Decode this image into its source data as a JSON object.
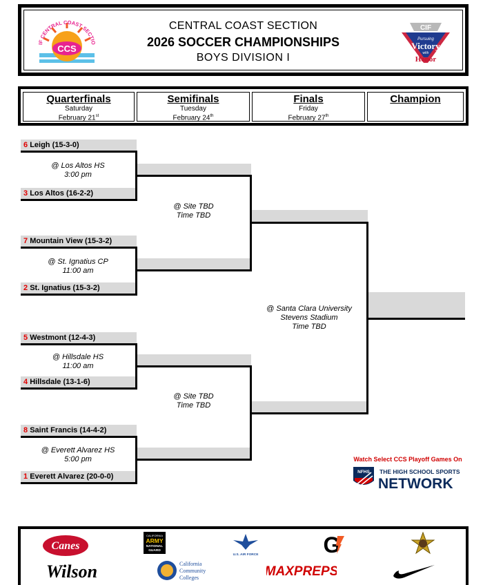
{
  "header": {
    "line1": "CENTRAL COAST SECTION",
    "line2": "2026 SOCCER CHAMPIONSHIPS",
    "line3": "BOYS DIVISION I",
    "ccs_logo_text": "CCS",
    "ccs_logo_arc": "CIF CENTRAL COAST SECTION",
    "cif_logo_text": "CIF",
    "cif_logo_tagline": [
      "Pursuing",
      "Victory",
      "with",
      "Honor"
    ]
  },
  "rounds": [
    {
      "title": "Quarterfinals",
      "day": "Saturday",
      "date": "February 21",
      "suffix": "st"
    },
    {
      "title": "Semifinals",
      "day": "Tuesday",
      "date": "February 24",
      "suffix": "th"
    },
    {
      "title": "Finals",
      "day": "Friday",
      "date": "February 27",
      "suffix": "th"
    },
    {
      "title": "Champion",
      "day": "",
      "date": "",
      "suffix": ""
    }
  ],
  "teams": [
    {
      "seed": "6",
      "name": "Leigh (15-3-0)"
    },
    {
      "seed": "3",
      "name": "Los Altos (16-2-2)"
    },
    {
      "seed": "7",
      "name": "Mountain View (15-3-2)"
    },
    {
      "seed": "2",
      "name": "St. Ignatius (15-3-2)"
    },
    {
      "seed": "5",
      "name": "Westmont (12-4-3)"
    },
    {
      "seed": "4",
      "name": "Hillsdale (13-1-6)"
    },
    {
      "seed": "8",
      "name": "Saint Francis (14-4-2)"
    },
    {
      "seed": "1",
      "name": "Everett Alvarez (20-0-0)"
    }
  ],
  "quarterfinal_venues": [
    {
      "place": "@ Los Altos HS",
      "time": "3:00 pm"
    },
    {
      "place": "@ St. Ignatius CP",
      "time": "11:00 am"
    },
    {
      "place": "@ Hillsdale HS",
      "time": "11:00 am"
    },
    {
      "place": "@ Everett Alvarez HS",
      "time": "5:00 pm"
    }
  ],
  "semifinal_venues": [
    {
      "place": "@ Site TBD",
      "time": "Time TBD"
    },
    {
      "place": "@ Site TBD",
      "time": "Time TBD"
    }
  ],
  "final_venue": {
    "place": "@ Santa Clara University",
    "place2": "Stevens Stadium",
    "time": "Time TBD"
  },
  "promo": {
    "watch": "Watch Select CCS Playoff Games On",
    "nfhs_badge": "NFHS",
    "network_top": "THE HIGH SCHOOL SPORTS",
    "network_bottom": "NETWORK"
  },
  "sponsors": {
    "canes": "Canes",
    "army_top": "CALIFORNIA",
    "army_mid": "ARMY",
    "army_bot1": "NATIONAL",
    "army_bot2": "GUARD",
    "airforce": "U.S. AIR FORCE",
    "gatorade": "G",
    "wilson": "Wilson",
    "ccc_line1": "California",
    "ccc_line2": "Community",
    "ccc_line3": "Colleges",
    "maxpreps": "MAXPREPS"
  },
  "colors": {
    "seed_red": "#e00000",
    "bar_gray": "#d9d9d9",
    "promo_red": "#d00000",
    "nfhs_navy": "#0b2a5b"
  }
}
